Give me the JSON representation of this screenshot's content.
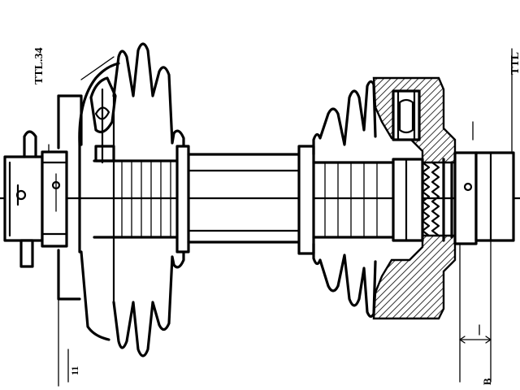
{
  "labels": {
    "left_rotated": "TTL.34",
    "right_rotated": "TTL",
    "dim_bottom_left": "11",
    "dim_bottom_right": "B"
  },
  "colors": {
    "ink": "#000000",
    "paper": "#ffffff"
  }
}
